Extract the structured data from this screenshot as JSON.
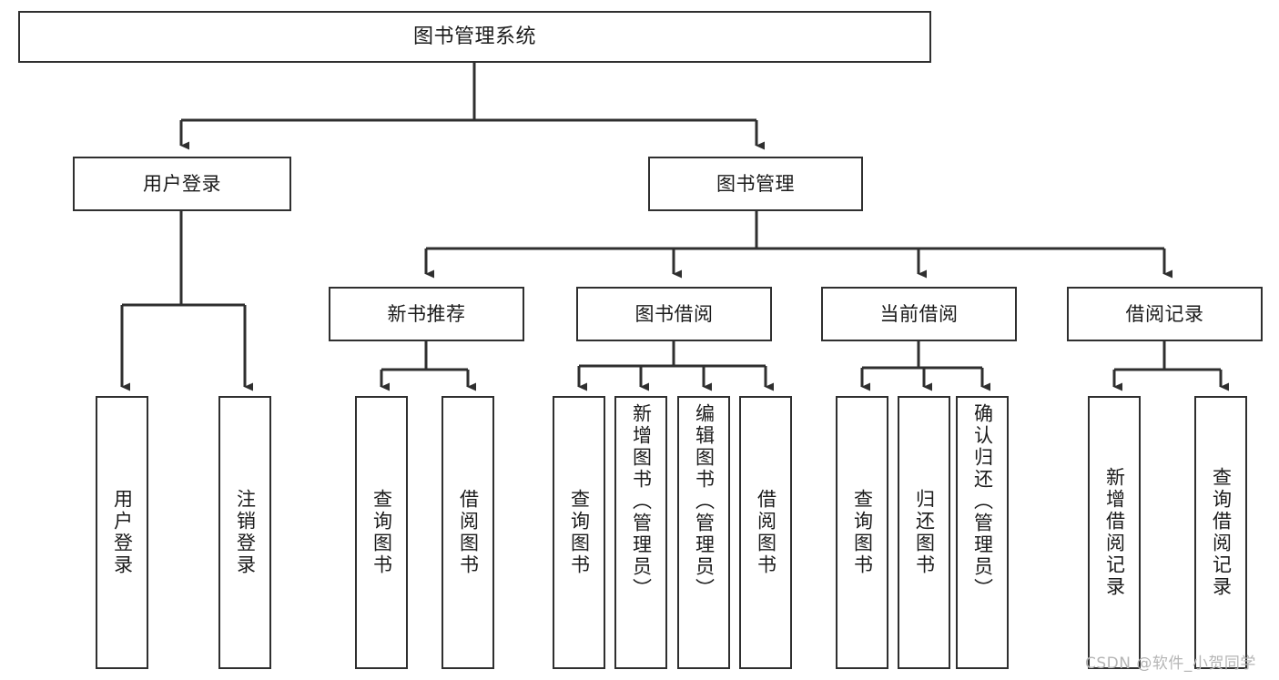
{
  "diagram": {
    "type": "tree-hierarchy",
    "title": "图书管理系统",
    "orientation": "top-down",
    "colors": {
      "box_border": "#2f2f2f",
      "box_fill": "#ffffff",
      "connector": "#2f2f2f",
      "text": "#1b1b1b",
      "watermark": "#b5b5b5",
      "background": "#ffffff"
    },
    "root": {
      "label": "图书管理系统"
    },
    "level2": [
      {
        "id": "user-login",
        "label": "用户登录"
      },
      {
        "id": "book-management",
        "label": "图书管理"
      }
    ],
    "level3": [
      {
        "id": "new-book-recommend",
        "label": "新书推荐",
        "parent": "book-management"
      },
      {
        "id": "book-borrow",
        "label": "图书借阅",
        "parent": "book-management"
      },
      {
        "id": "current-borrow",
        "label": "当前借阅",
        "parent": "book-management"
      },
      {
        "id": "borrow-record",
        "label": "借阅记录",
        "parent": "book-management"
      }
    ],
    "leaves": [
      {
        "id": "leaf-user-login",
        "label": "用户登录",
        "parent": "user-login"
      },
      {
        "id": "leaf-user-logout",
        "label": "注销登录",
        "parent": "user-login"
      },
      {
        "id": "leaf-query-book-1",
        "label": "查询图书",
        "parent": "new-book-recommend"
      },
      {
        "id": "leaf-borrow-book-1",
        "label": "借阅图书",
        "parent": "new-book-recommend"
      },
      {
        "id": "leaf-query-book-2",
        "label": "查询图书",
        "parent": "book-borrow"
      },
      {
        "id": "leaf-add-book",
        "label": "新增图书（管理员）",
        "parent": "book-borrow"
      },
      {
        "id": "leaf-edit-book",
        "label": "编辑图书（管理员）",
        "parent": "book-borrow"
      },
      {
        "id": "leaf-borrow-book-2",
        "label": "借阅图书",
        "parent": "book-borrow"
      },
      {
        "id": "leaf-query-book-3",
        "label": "查询图书",
        "parent": "current-borrow"
      },
      {
        "id": "leaf-return-book",
        "label": "归还图书",
        "parent": "current-borrow"
      },
      {
        "id": "leaf-confirm-return",
        "label": "确认归还（管理员）",
        "parent": "current-borrow"
      },
      {
        "id": "leaf-add-record",
        "label": "新增借阅记录",
        "parent": "borrow-record"
      },
      {
        "id": "leaf-query-record",
        "label": "查询借阅记录",
        "parent": "borrow-record"
      }
    ]
  },
  "watermark": {
    "text": "CSDN @软件_小贺同学"
  }
}
